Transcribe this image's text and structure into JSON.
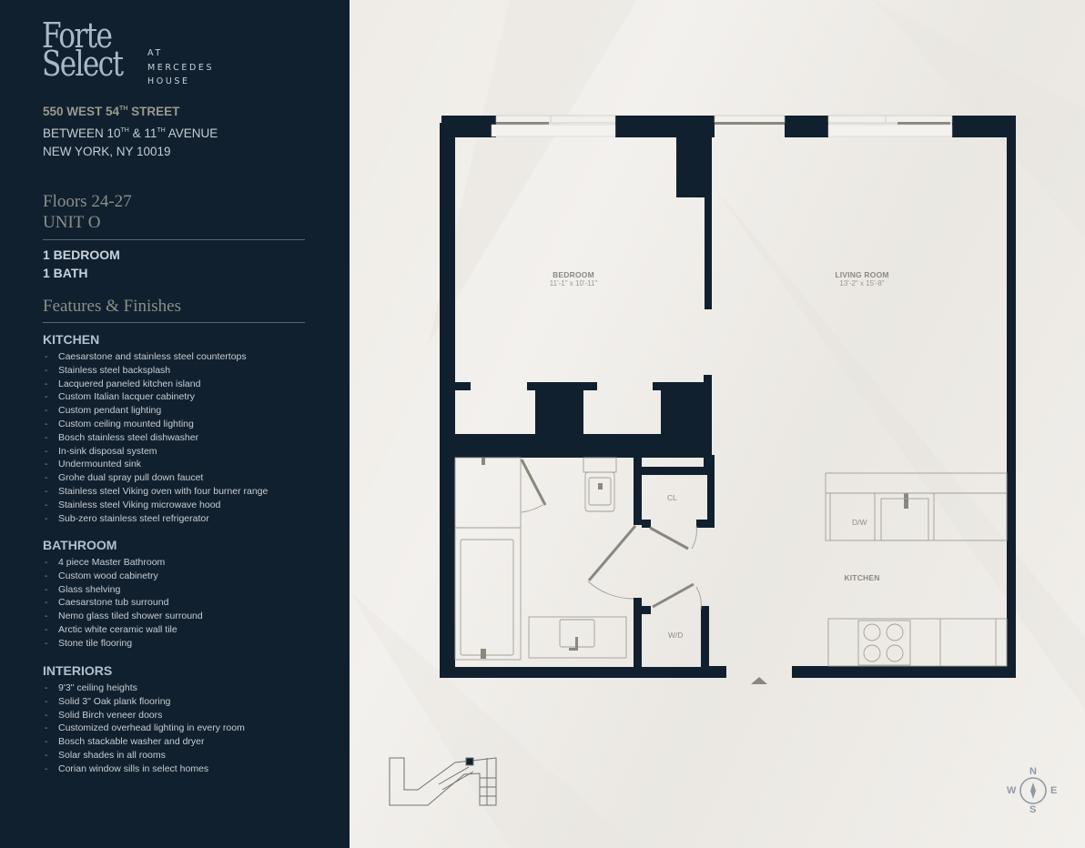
{
  "brand": {
    "logo_line1": "Forte",
    "logo_line2": "Select",
    "logo_sub": [
      "AT",
      "MERCEDES",
      "HOUSE"
    ]
  },
  "address": {
    "line1_pre": "550 WEST 54",
    "line1_sup": "TH",
    "line1_post": " STREET",
    "line2_a": "BETWEEN 10",
    "line2_sup1": "TH",
    "line2_b": " & 11",
    "line2_sup2": "TH",
    "line2_c": " AVENUE",
    "line3": "NEW YORK, NY 10019"
  },
  "unit": {
    "floors": "Floors 24-27",
    "name": "UNIT O",
    "bedrooms": "1 BEDROOM",
    "baths": "1 BATH"
  },
  "features": {
    "title": "Features & Finishes",
    "sections": [
      {
        "title": "KITCHEN",
        "items": [
          "Caesarstone and stainless steel countertops",
          "Stainless steel backsplash",
          "Lacquered paneled kitchen island",
          "Custom Italian lacquer cabinetry",
          "Custom pendant lighting",
          "Custom ceiling mounted lighting",
          "Bosch stainless steel dishwasher",
          "In-sink disposal system",
          "Undermounted sink",
          "Grohe dual spray pull down faucet",
          "Stainless steel Viking oven with four burner range",
          "Stainless steel Viking microwave hood",
          "Sub-zero stainless steel refrigerator"
        ]
      },
      {
        "title": "BATHROOM",
        "items": [
          "4 piece Master Bathroom",
          "Custom wood cabinetry",
          "Glass shelving",
          "Caesarstone tub surround",
          "Nemo glass tiled shower surround",
          "Arctic white ceramic wall tile",
          "Stone tile flooring"
        ]
      },
      {
        "title": "INTERIORS",
        "items": [
          "9'3\" ceiling heights",
          "Solid 3\" Oak plank flooring",
          "Solid Birch veneer doors",
          "Customized overhead lighting in every room",
          "Bosch stackable washer and dryer",
          "Solar shades in all rooms",
          "Corian window sills in select homes"
        ]
      }
    ]
  },
  "floorplan": {
    "rooms": [
      {
        "name": "BEDROOM",
        "dims": "11'-1\" x 10'-11\""
      },
      {
        "name": "LIVING ROOM",
        "dims": "13'-2\" x 15'-8\""
      },
      {
        "name": "KITCHEN",
        "dims": ""
      }
    ],
    "labels": {
      "closet": "CL",
      "washer_dryer": "W/D",
      "dishwasher": "D/W"
    }
  },
  "compass": {
    "n": "N",
    "s": "S",
    "e": "E",
    "w": "W"
  },
  "colors": {
    "navy": "#10202f",
    "wall": "#10202f",
    "background": "#efece7",
    "fixture": "#8a877c",
    "accent_text": "#a9b9c9"
  }
}
